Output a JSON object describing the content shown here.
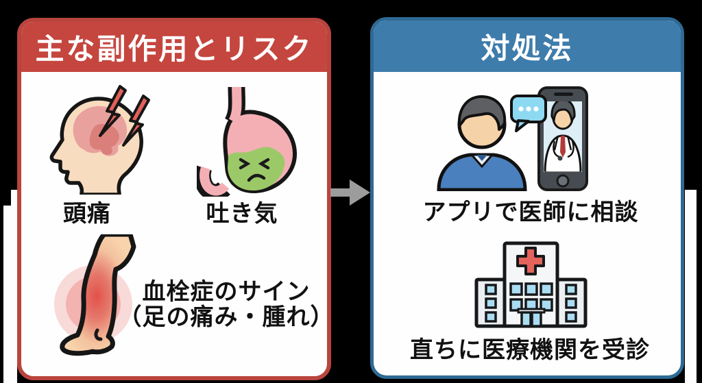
{
  "left_panel": {
    "title": "主な副作用とリスク",
    "items": [
      {
        "icon": "headache-icon",
        "label": "頭痛"
      },
      {
        "icon": "nausea-stomach-icon",
        "label": "吐き気"
      },
      {
        "icon": "leg-thrombosis-icon",
        "label_line1": "血栓症のサイン",
        "label_line2": "（足の痛み・腫れ）"
      }
    ],
    "colors": {
      "header_bg": "#c5463f",
      "border": "#b9443e"
    }
  },
  "right_panel": {
    "title": "対処法",
    "items": [
      {
        "icon": "telemedicine-icon",
        "label": "アプリで医師に相談"
      },
      {
        "icon": "hospital-icon",
        "label": "直ちに医療機関を受診"
      }
    ],
    "colors": {
      "header_bg": "#3e7cab",
      "border": "#2e6a94"
    }
  },
  "arrow": {
    "direction": "right",
    "color": "#9c9c9c"
  },
  "colors": {
    "background": "#000000",
    "panel_bg": "#fefefe",
    "text": "#111111"
  }
}
